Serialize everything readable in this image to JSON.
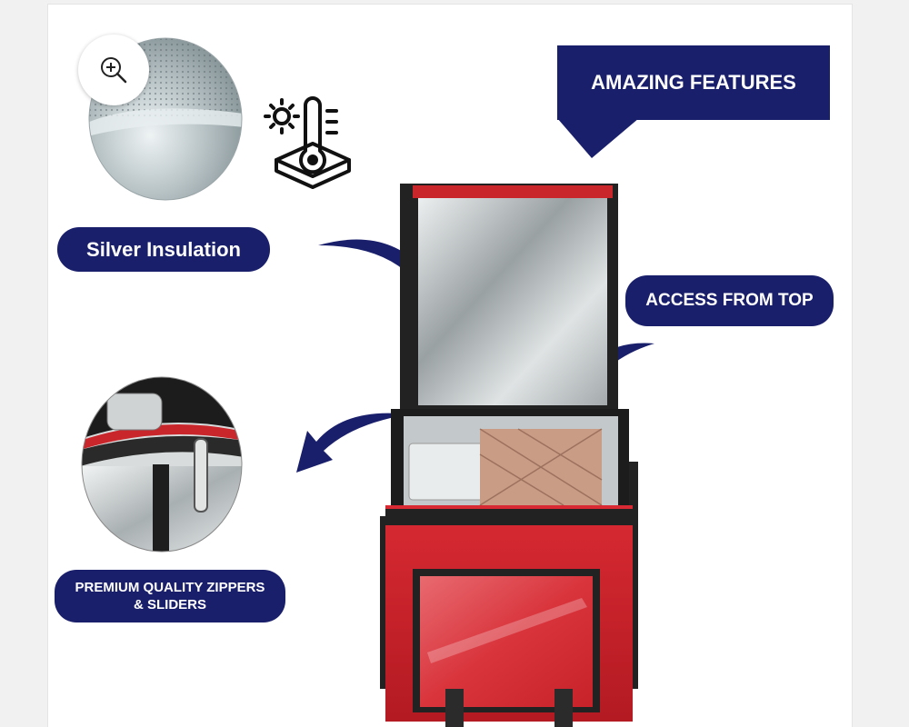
{
  "banner": {
    "title": "AMAZING FEATURES"
  },
  "labels": {
    "insulation": "Silver Insulation",
    "access": "ACCESS FROM TOP",
    "zippers_line1": "PREMIUM QUALITY ZIPPERS",
    "zippers_line2": "& SLIDERS"
  },
  "icons": {
    "zoom": "zoom-in-icon",
    "thermo": "temperature-icon"
  },
  "colors": {
    "navy": "#1a1f6b",
    "bag_red": "#d11f2a",
    "background": "#ffffff"
  }
}
